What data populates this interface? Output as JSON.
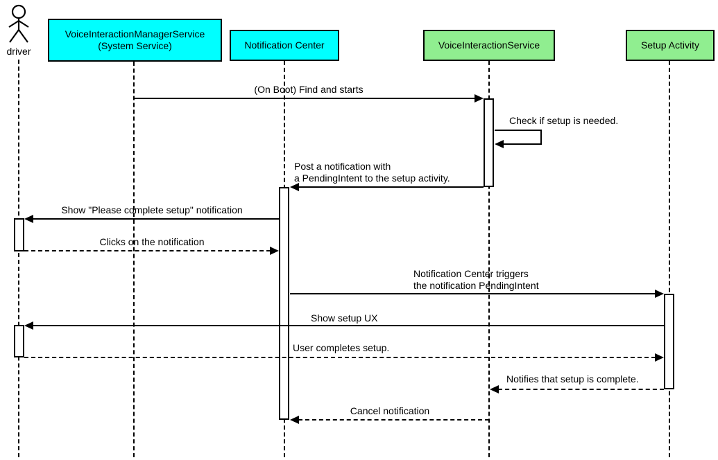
{
  "diagram": {
    "type": "uml-sequence-diagram",
    "colors": {
      "participant_cyan": "#00ffff",
      "participant_green": "#90ee90",
      "line": "#000000",
      "background": "#ffffff"
    },
    "participants": [
      {
        "id": "driver",
        "kind": "actor",
        "label": "driver"
      },
      {
        "id": "vims",
        "kind": "box",
        "fill": "#00ffff",
        "label": "VoiceInteractionManagerService\n(System Service)"
      },
      {
        "id": "notification_center",
        "kind": "box",
        "fill": "#00ffff",
        "label": "Notification Center"
      },
      {
        "id": "vis",
        "kind": "box",
        "fill": "#90ee90",
        "label": "VoiceInteractionService"
      },
      {
        "id": "setup_activity",
        "kind": "box",
        "fill": "#90ee90",
        "label": "Setup Activity"
      }
    ],
    "messages": [
      {
        "from": "vims",
        "to": "vis",
        "style": "solid",
        "text": "(On Boot) Find and starts"
      },
      {
        "from": "vis",
        "to": "vis",
        "style": "solid",
        "self": true,
        "text": "Check if setup is needed."
      },
      {
        "from": "vis",
        "to": "notification_center",
        "style": "solid",
        "text": "Post a notification with\na PendingIntent to the setup activity."
      },
      {
        "from": "notification_center",
        "to": "driver",
        "style": "solid",
        "text": "Show \"Please complete setup\" notification"
      },
      {
        "from": "driver",
        "to": "notification_center",
        "style": "dashed",
        "text": "Clicks on the notification"
      },
      {
        "from": "notification_center",
        "to": "setup_activity",
        "style": "solid",
        "text": "Notification Center triggers\nthe notification PendingIntent"
      },
      {
        "from": "setup_activity",
        "to": "driver",
        "style": "solid",
        "text": "Show setup UX"
      },
      {
        "from": "driver",
        "to": "setup_activity",
        "style": "dashed",
        "text": "User completes setup."
      },
      {
        "from": "setup_activity",
        "to": "vis",
        "style": "dashed",
        "text": "Notifies that setup is complete."
      },
      {
        "from": "vis",
        "to": "notification_center",
        "style": "dashed",
        "text": "Cancel notification"
      }
    ]
  }
}
